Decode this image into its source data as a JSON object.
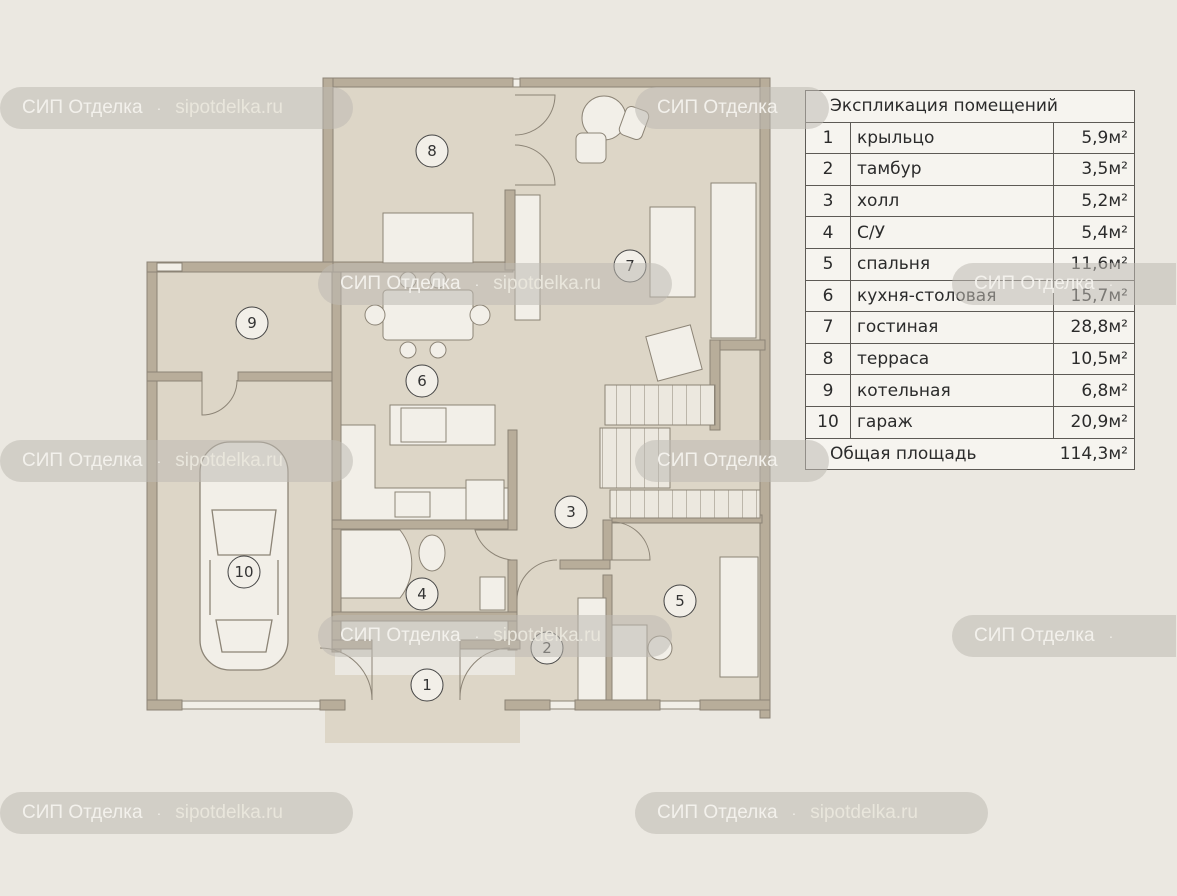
{
  "rooms": [
    {
      "num": "1",
      "name": "крыльцо",
      "area": "5,9м²"
    },
    {
      "num": "2",
      "name": "тамбур",
      "area": "3,5м²"
    },
    {
      "num": "3",
      "name": "холл",
      "area": "5,2м²"
    },
    {
      "num": "4",
      "name": "С/У",
      "area": "5,4м²"
    },
    {
      "num": "5",
      "name": "спальня",
      "area": "11,6м²"
    },
    {
      "num": "6",
      "name": "кухня-столовая",
      "area": "15,7м²"
    },
    {
      "num": "7",
      "name": "гостиная",
      "area": "28,8м²"
    },
    {
      "num": "8",
      "name": "терраса",
      "area": "10,5м²"
    },
    {
      "num": "9",
      "name": "котельная",
      "area": "6,8м²"
    },
    {
      "num": "10",
      "name": "гараж",
      "area": "20,9м²"
    }
  ],
  "legend": {
    "title": "Экспликация помещений",
    "total_label": "Общая площадь",
    "total_area": "114,3м²"
  },
  "watermark": {
    "brand": "СИП Отделка",
    "separator": "·",
    "url": "sipotdelka.ru"
  },
  "colors": {
    "background": "#ebe8e1",
    "wall": "#b8ad9a",
    "floor": "#ddd6c7",
    "furniture": "#f2efe8"
  }
}
